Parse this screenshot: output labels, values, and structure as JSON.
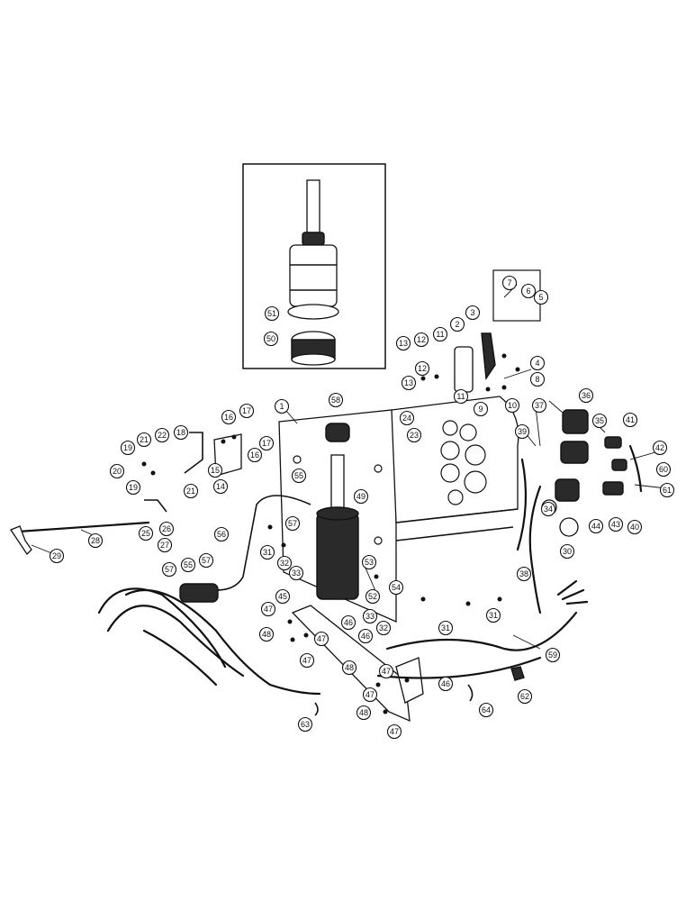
{
  "callouts": [
    "1",
    "2",
    "3",
    "4",
    "5",
    "6",
    "7",
    "8",
    "9",
    "10",
    "11",
    "12",
    "13",
    "14",
    "15",
    "16",
    "17",
    "18",
    "19",
    "20",
    "21",
    "22",
    "23",
    "24",
    "25",
    "26",
    "27",
    "28",
    "29",
    "30",
    "31",
    "32",
    "33",
    "34",
    "35",
    "36",
    "37",
    "38",
    "39",
    "40",
    "41",
    "42",
    "43",
    "44",
    "45",
    "46",
    "47",
    "48",
    "49",
    "50",
    "51",
    "52",
    "53",
    "54",
    "55",
    "56",
    "57",
    "58",
    "59",
    "60",
    "61",
    "62",
    "63",
    "64"
  ],
  "colors": {
    "ink": "#111111",
    "paper": "#ffffff"
  }
}
